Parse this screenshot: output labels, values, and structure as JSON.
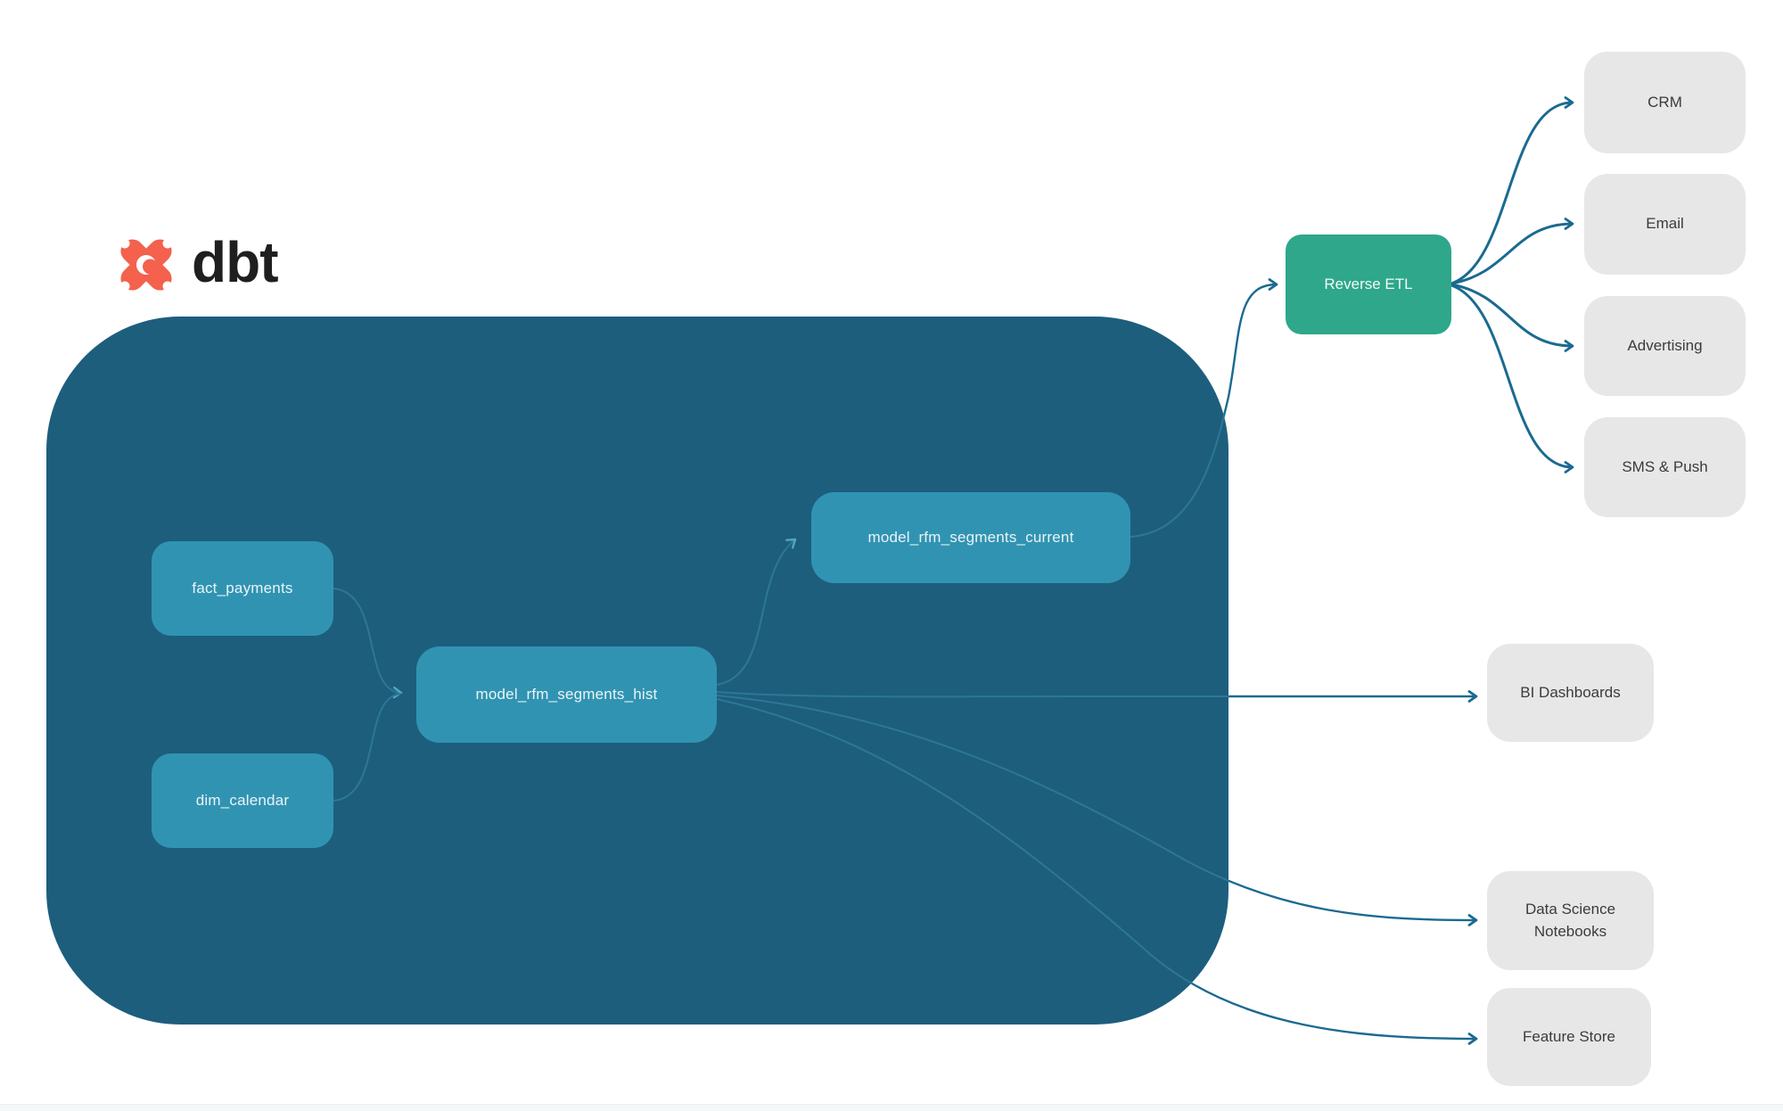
{
  "logo": {
    "brand": "dbt"
  },
  "colors": {
    "container": "#1d5e7d",
    "node_teal": "#3193b2",
    "node_green": "#2ea78a",
    "node_gray": "#e7e7e7",
    "edge_dark": "#1b6a91",
    "edge_light": "#2d7796",
    "logo_orange": "#f4614d",
    "logo_text": "#1f1f1f"
  },
  "nodes": {
    "fact_payments": {
      "label": "fact_payments"
    },
    "dim_calendar": {
      "label": "dim_calendar"
    },
    "hist": {
      "label": "model_rfm_segments_hist"
    },
    "current": {
      "label": "model_rfm_segments_current"
    },
    "reverse_etl": {
      "label": "Reverse ETL"
    },
    "crm": {
      "label": "CRM"
    },
    "email": {
      "label": "Email"
    },
    "advertising": {
      "label": "Advertising"
    },
    "sms_push": {
      "label": "SMS & Push"
    },
    "bi_dashboards": {
      "label": "BI Dashboards"
    },
    "data_science": {
      "label": "Data Science Notebooks"
    },
    "feature_store": {
      "label": "Feature Store"
    }
  },
  "edges": [
    {
      "from": "fact_payments",
      "to": "model_rfm_segments_hist"
    },
    {
      "from": "dim_calendar",
      "to": "model_rfm_segments_hist"
    },
    {
      "from": "model_rfm_segments_hist",
      "to": "model_rfm_segments_current"
    },
    {
      "from": "model_rfm_segments_current",
      "to": "Reverse ETL"
    },
    {
      "from": "Reverse ETL",
      "to": "CRM"
    },
    {
      "from": "Reverse ETL",
      "to": "Email"
    },
    {
      "from": "Reverse ETL",
      "to": "Advertising"
    },
    {
      "from": "Reverse ETL",
      "to": "SMS & Push"
    },
    {
      "from": "model_rfm_segments_hist",
      "to": "BI Dashboards"
    },
    {
      "from": "model_rfm_segments_hist",
      "to": "Data Science Notebooks"
    },
    {
      "from": "model_rfm_segments_hist",
      "to": "Feature Store"
    }
  ]
}
